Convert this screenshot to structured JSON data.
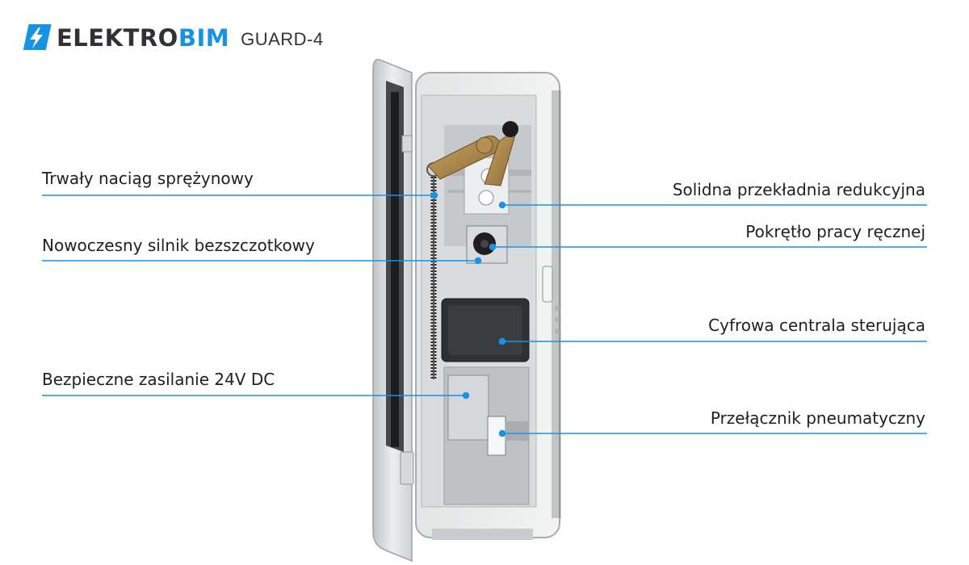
{
  "brand": {
    "name_part1": "ELEKTRO",
    "name_part2": "BIM",
    "model": "GUARD-4",
    "accent_color": "#1793e6",
    "dark_color": "#2f3338",
    "icon": "lightning-bolt-icon"
  },
  "callouts": {
    "left": [
      {
        "id": "spring",
        "label": "Trwały naciąg sprężynowy"
      },
      {
        "id": "motor",
        "label": "Nowoczesny silnik bezszczotkowy"
      },
      {
        "id": "power",
        "label": "Bezpieczne zasilanie 24V DC"
      }
    ],
    "right": [
      {
        "id": "gear",
        "label": "Solidna przekładnia redukcyjna"
      },
      {
        "id": "knob",
        "label": "Pokrętło pracy ręcznej"
      },
      {
        "id": "controller",
        "label": "Cyfrowa centrala sterująca"
      },
      {
        "id": "switch",
        "label": "Przełącznik pneumatyczny"
      }
    ]
  },
  "line_color": "#1793e6"
}
